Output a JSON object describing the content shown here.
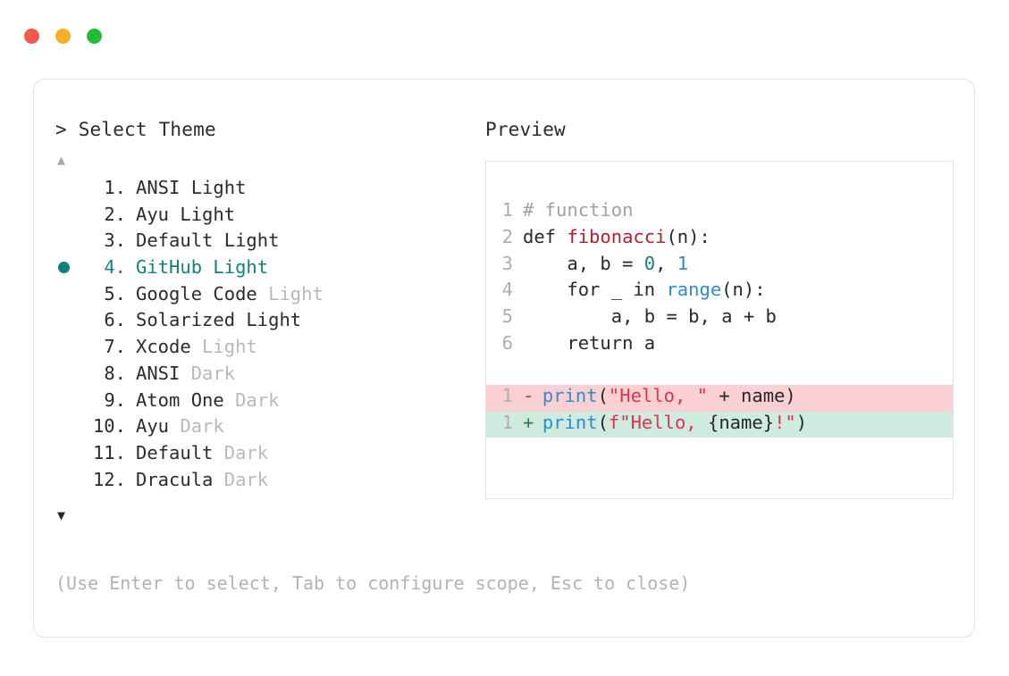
{
  "window": {
    "dots": [
      {
        "name": "close",
        "color": "#f4594f"
      },
      {
        "name": "minimize",
        "color": "#f5b123"
      },
      {
        "name": "maximize",
        "color": "#22bc38"
      }
    ]
  },
  "chooser": {
    "prompt_symbol": "> ",
    "title": "Select Theme",
    "scroll_up_glyph": "▲",
    "scroll_down_glyph": "▼",
    "selected_index": 4,
    "accent_color": "#12807d",
    "muted_color": "#b9b9bd",
    "items": [
      {
        "index": "1.",
        "name": "ANSI",
        "mode": " Light",
        "mode_muted": false
      },
      {
        "index": "2.",
        "name": "Ayu",
        "mode": " Light",
        "mode_muted": false
      },
      {
        "index": "3.",
        "name": "Default",
        "mode": " Light",
        "mode_muted": false
      },
      {
        "index": "4.",
        "name": "GitHub",
        "mode": " Light",
        "mode_muted": false
      },
      {
        "index": "5.",
        "name": "Google Code",
        "mode": " Light",
        "mode_muted": true
      },
      {
        "index": "6.",
        "name": "Solarized",
        "mode": " Light",
        "mode_muted": false
      },
      {
        "index": "7.",
        "name": "Xcode",
        "mode": " Light",
        "mode_muted": true
      },
      {
        "index": "8.",
        "name": "ANSI",
        "mode": " Dark",
        "mode_muted": true
      },
      {
        "index": "9.",
        "name": "Atom One",
        "mode": " Dark",
        "mode_muted": true
      },
      {
        "index": "10.",
        "name": "Ayu",
        "mode": " Dark",
        "mode_muted": true
      },
      {
        "index": "11.",
        "name": "Default",
        "mode": " Dark",
        "mode_muted": true
      },
      {
        "index": "12.",
        "name": "Dracula",
        "mode": " Dark",
        "mode_muted": true
      }
    ]
  },
  "hint": "(Use Enter to select, Tab to configure scope, Esc to close)",
  "preview": {
    "title": "Preview",
    "code_lines": [
      {
        "ln": "1",
        "tokens": [
          {
            "t": "# function",
            "c": "t-comment"
          }
        ]
      },
      {
        "ln": "2",
        "tokens": [
          {
            "t": "def ",
            "c": "t-kw"
          },
          {
            "t": "fibonacci",
            "c": "t-fn"
          },
          {
            "t": "(n):",
            "c": "t-punct"
          }
        ]
      },
      {
        "ln": "3",
        "tokens": [
          {
            "t": "    a, b = ",
            "c": "t-plain"
          },
          {
            "t": "0",
            "c": "t-num0"
          },
          {
            "t": ", ",
            "c": "t-plain"
          },
          {
            "t": "1",
            "c": "t-num1"
          }
        ]
      },
      {
        "ln": "4",
        "tokens": [
          {
            "t": "    for _ in ",
            "c": "t-plain"
          },
          {
            "t": "range",
            "c": "t-builtin"
          },
          {
            "t": "(n):",
            "c": "t-punct"
          }
        ]
      },
      {
        "ln": "5",
        "tokens": [
          {
            "t": "        a, b = b, a + b",
            "c": "t-plain"
          }
        ]
      },
      {
        "ln": "6",
        "tokens": [
          {
            "t": "    return a",
            "c": "t-plain"
          }
        ]
      }
    ],
    "diff_lines": [
      {
        "ln": "1",
        "sign": "-",
        "kind": "diff-del",
        "tokens": [
          {
            "t": "print",
            "c": "t-builtin"
          },
          {
            "t": "(",
            "c": "t-punct"
          },
          {
            "t": "\"Hello, \"",
            "c": "t-str"
          },
          {
            "t": " + name)",
            "c": "t-plain"
          }
        ]
      },
      {
        "ln": "1",
        "sign": "+",
        "kind": "diff-add",
        "tokens": [
          {
            "t": "print",
            "c": "t-builtin"
          },
          {
            "t": "(",
            "c": "t-punct"
          },
          {
            "t": "f\"Hello, ",
            "c": "t-str"
          },
          {
            "t": "{name}",
            "c": "t-plain"
          },
          {
            "t": "!\"",
            "c": "t-str"
          },
          {
            "t": ")",
            "c": "t-punct"
          }
        ]
      }
    ]
  }
}
